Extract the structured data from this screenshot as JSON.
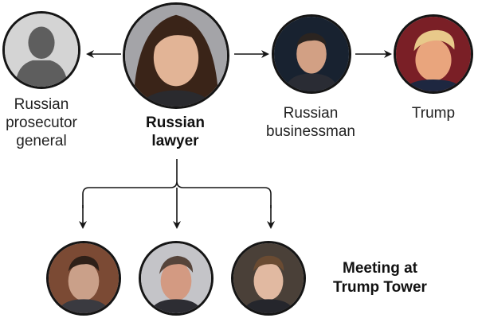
{
  "nodes": {
    "prosecutor": {
      "label": [
        "Russian",
        "prosecutor",
        "general"
      ]
    },
    "lawyer": {
      "label": [
        "Russian",
        "lawyer"
      ]
    },
    "businessman": {
      "label": [
        "Russian",
        "businessman"
      ]
    },
    "trump": {
      "label": [
        "Trump"
      ]
    }
  },
  "meeting": {
    "label": [
      "Meeting at",
      "Trump Tower"
    ]
  },
  "colors": {
    "stroke": "#151515",
    "text": "#222222",
    "placeholder_silhouette": "#5e5e5e",
    "placeholder_bg": "#d4d4d4"
  },
  "edges": [
    {
      "from": "lawyer",
      "to": "prosecutor",
      "type": "arrow"
    },
    {
      "from": "lawyer",
      "to": "businessman",
      "type": "arrow"
    },
    {
      "from": "businessman",
      "to": "trump",
      "type": "arrow"
    },
    {
      "from": "lawyer",
      "to": "meeting-person-1",
      "type": "arrow"
    },
    {
      "from": "lawyer",
      "to": "meeting-person-2",
      "type": "arrow"
    },
    {
      "from": "lawyer",
      "to": "meeting-person-3",
      "type": "arrow"
    }
  ]
}
